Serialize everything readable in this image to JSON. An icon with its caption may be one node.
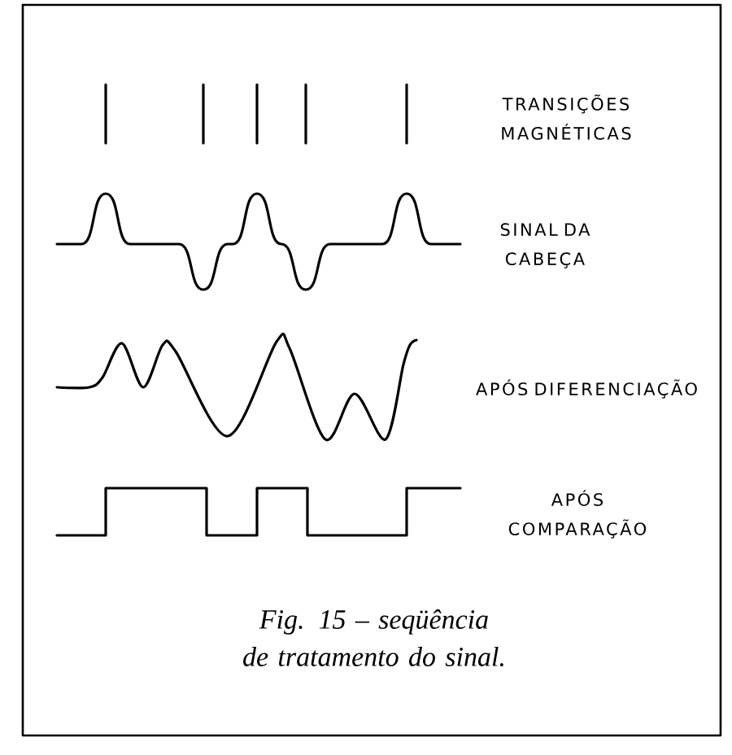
{
  "diagram": {
    "caption": "Fig. 15 – seqüência de tratamento do sinal.",
    "labels": [
      "TRANSIÇÕES MAGNÉTICAS",
      "SINAL DA CABEÇA",
      "APÓS DIFERENCIAÇÃO",
      "APÓS COMPARAÇÃO"
    ]
  }
}
